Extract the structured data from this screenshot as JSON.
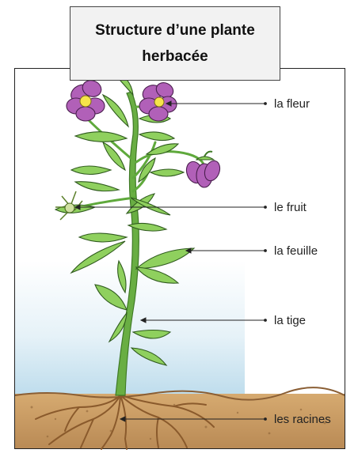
{
  "title": "Structure d’une plante\nherbacée",
  "labels": {
    "flower": "la fleur",
    "fruit": "le fruit",
    "leaf": "la feuille",
    "stem": "la tige",
    "roots": "les racines"
  },
  "colors": {
    "petal": "#b160b8",
    "leaf": "#8fd05e",
    "stem": "#5fa93c",
    "soil": "#c79a63",
    "sky": "#d8ecf5"
  }
}
